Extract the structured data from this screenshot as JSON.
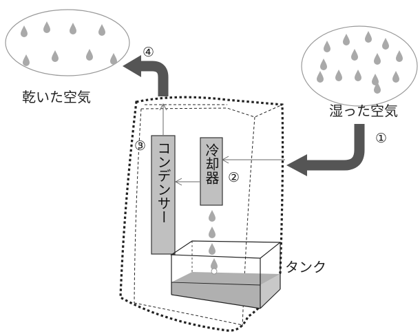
{
  "labels": {
    "dry_air": "乾いた空気",
    "humid_air": "湿った空気",
    "condenser": "コンデンサー",
    "cooler": "冷却器",
    "tank": "タンク"
  },
  "steps": {
    "step1": "①",
    "step2": "②",
    "step3": "③",
    "step4": "④"
  },
  "colors": {
    "arrow": "#555555",
    "component_fill": "#c0c0c0",
    "droplet": "#a9a9a9",
    "water": "#b0b0b0",
    "outline": "#222222"
  },
  "icons": {
    "droplet": "water-drop-icon"
  }
}
